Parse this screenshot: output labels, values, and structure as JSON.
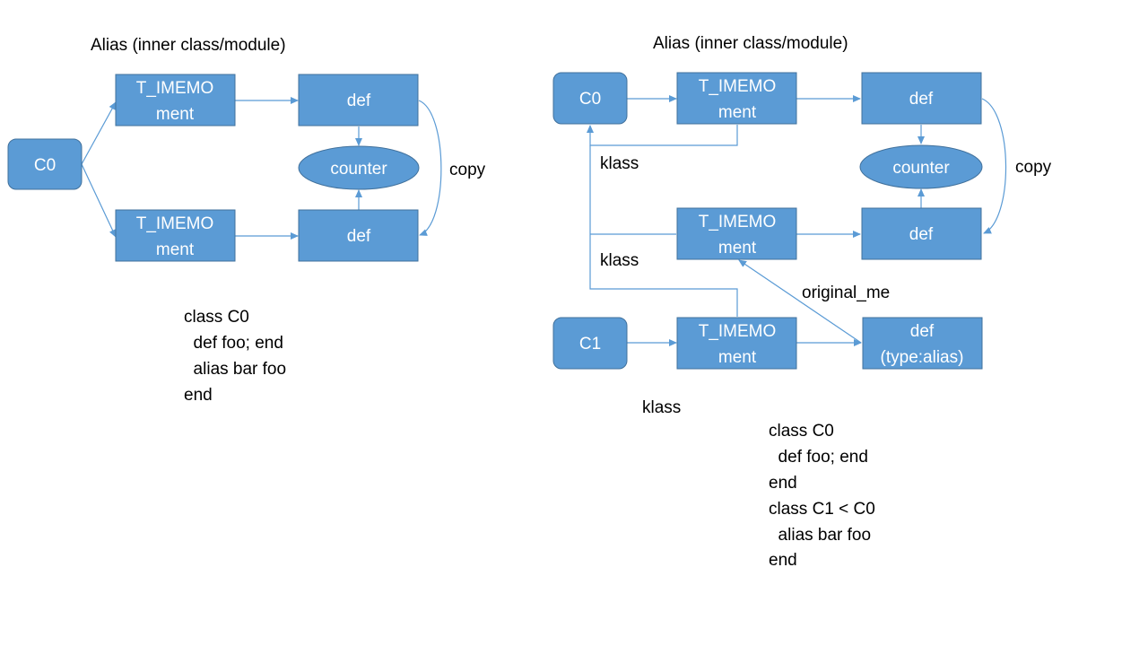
{
  "left": {
    "title": "Alias (inner class/module)",
    "nodes": {
      "c0": "C0",
      "imemo_top": [
        "T_IMEMO",
        "ment"
      ],
      "imemo_bottom": [
        "T_IMEMO",
        "ment"
      ],
      "def_top": "def",
      "def_bottom": "def",
      "counter": "counter"
    },
    "edge_labels": {
      "copy": "copy"
    },
    "code": [
      "class C0",
      "  def foo; end",
      "  alias bar foo",
      "end"
    ]
  },
  "right": {
    "title": "Alias (inner class/module)",
    "nodes": {
      "c0": "C0",
      "c1": "C1",
      "imemo_top": [
        "T_IMEMO",
        "ment"
      ],
      "imemo_middle": [
        "T_IMEMO",
        "ment"
      ],
      "imemo_bottom": [
        "T_IMEMO",
        "ment"
      ],
      "def_top": "def",
      "def_middle": "def",
      "def_alias": [
        "def",
        "(type:alias)"
      ],
      "counter": "counter"
    },
    "edge_labels": {
      "copy": "copy",
      "klass_1": "klass",
      "klass_2": "klass",
      "klass_3": "klass",
      "original_me": "original_me"
    },
    "code": [
      "class C0",
      "  def foo; end",
      "end",
      "class C1 < C0",
      "  alias bar foo",
      "end"
    ]
  },
  "colors": {
    "node_fill": "#5b9bd5",
    "node_stroke": "#41719c",
    "edge": "#5b9bd5",
    "node_text": "#ffffff",
    "text": "#000000"
  }
}
